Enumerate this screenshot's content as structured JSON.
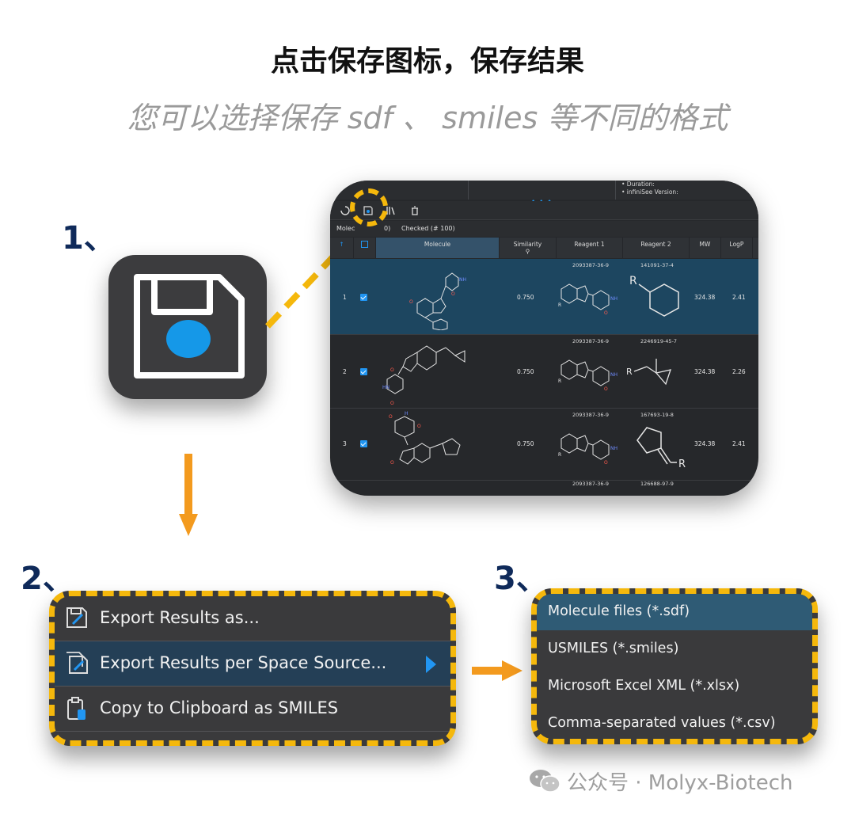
{
  "header": {
    "title": "点击保存图标，保存结果",
    "subtitle": "您可以选择保存 sdf 、 smiles 等不同的格式"
  },
  "steps": {
    "one": "1、",
    "two": "2、",
    "three": "3、"
  },
  "screenshot": {
    "info": [
      "• Duration:",
      "• infiniSee Version:"
    ],
    "tabs": {
      "molecules": "Molec",
      "molecules_count": "0)",
      "checked": "Checked (# 100)"
    },
    "columns": [
      "Molecule",
      "Similarity",
      "Reagent 1",
      "Reagent 2",
      "MW",
      "LogP"
    ],
    "rows": [
      {
        "num": "1",
        "similarity": "0.750",
        "reagent1_cas": "2093387-36-9",
        "reagent2_cas": "141091-37-4",
        "mw": "324.38",
        "logp": "2.41"
      },
      {
        "num": "2",
        "similarity": "0.750",
        "reagent1_cas": "2093387-36-9",
        "reagent2_cas": "2246919-45-7",
        "mw": "324.38",
        "logp": "2.26"
      },
      {
        "num": "3",
        "similarity": "0.750",
        "reagent1_cas": "2093387-36-9",
        "reagent2_cas": "167693-19-8",
        "mw": "324.38",
        "logp": "2.41"
      },
      {
        "reagent1_cas": "2093387-36-9",
        "reagent2_cas": "126688-97-9"
      }
    ]
  },
  "export_menu": {
    "items": [
      {
        "label": "Export Results as...",
        "icon": "save-icon"
      },
      {
        "label": "Export Results per Space Source...",
        "icon": "multi-save-icon"
      },
      {
        "label": "Copy to Clipboard as SMILES",
        "icon": "clipboard-icon"
      }
    ]
  },
  "format_menu": {
    "items": [
      {
        "label": "Molecule files (*.sdf)"
      },
      {
        "label": "USMILES (*.smiles)"
      },
      {
        "label": "Microsoft Excel XML (*.xlsx)"
      },
      {
        "label": "Comma-separated values (*.csv)"
      }
    ]
  },
  "footer": {
    "text": "公众号 · Molyx-Biotech"
  },
  "colors": {
    "highlight": "#f5b80c",
    "arrow": "#f39a1e",
    "accent_blue": "#2196f3",
    "step_number": "#0f2a5a"
  }
}
